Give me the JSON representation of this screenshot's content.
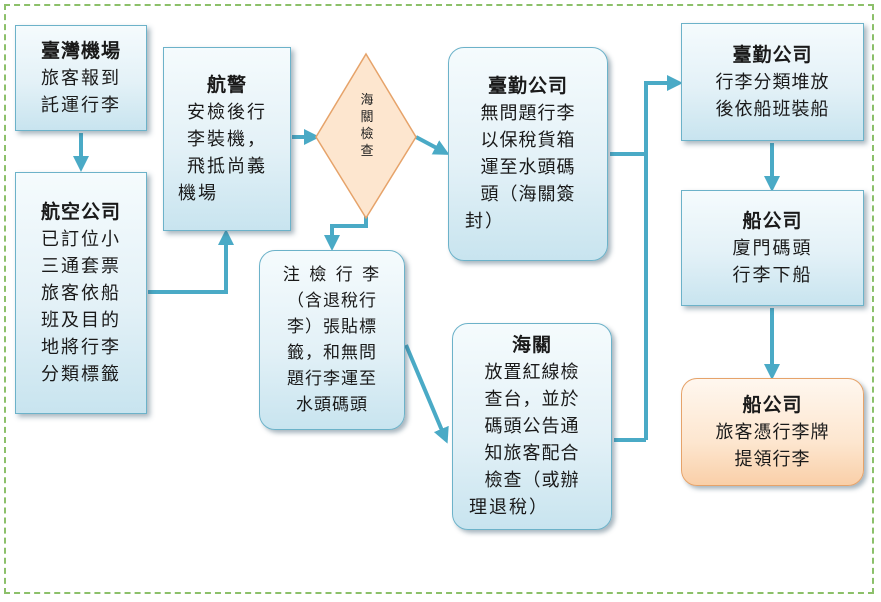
{
  "diagram": {
    "nodes": {
      "taiwan_airport": {
        "title": "臺灣機場",
        "lines": [
          "旅客報到",
          "託運行李"
        ]
      },
      "airline": {
        "title": "航空公司",
        "lines": [
          "已訂位小",
          "三通套票",
          "旅客依船",
          "班及目的",
          "地將行李",
          "分類標籤"
        ]
      },
      "police": {
        "title": "航警",
        "lines": [
          "安檢後行",
          "李裝機，",
          "飛抵尚義",
          "機場"
        ]
      },
      "customs_check": {
        "lines": [
          "海",
          "關",
          "檢",
          "查"
        ]
      },
      "tag_luggage": {
        "lines": [
          "注 檢 行 李",
          "（含退稅行",
          "李）張貼標",
          "籤，和無問",
          "題行李運至",
          "水頭碼頭"
        ]
      },
      "taiqin_1": {
        "title": "臺勤公司",
        "lines": [
          "無問題行李",
          "以保稅貨箱",
          "運至水頭碼",
          "頭（海關簽",
          "封）"
        ]
      },
      "customs": {
        "title": "海關",
        "lines": [
          "放置紅線檢",
          "查台，並於",
          "碼頭公告通",
          "知旅客配合",
          "檢查（或辦",
          "理退稅）"
        ]
      },
      "taiqin_2": {
        "title": "臺勤公司",
        "lines": [
          "行李分類堆放",
          "後依船班裝船"
        ]
      },
      "ship_xiamen": {
        "title": "船公司",
        "lines": [
          "廈門碼頭",
          "行李下船"
        ]
      },
      "ship_claim": {
        "title": "船公司",
        "lines": [
          "旅客憑行李牌",
          "提領行李"
        ]
      }
    },
    "colors": {
      "box_border": "#6cb2c9",
      "connector": "#4aaac6",
      "highlight": "#f9cfa8",
      "frame": "#8cc06a"
    }
  }
}
